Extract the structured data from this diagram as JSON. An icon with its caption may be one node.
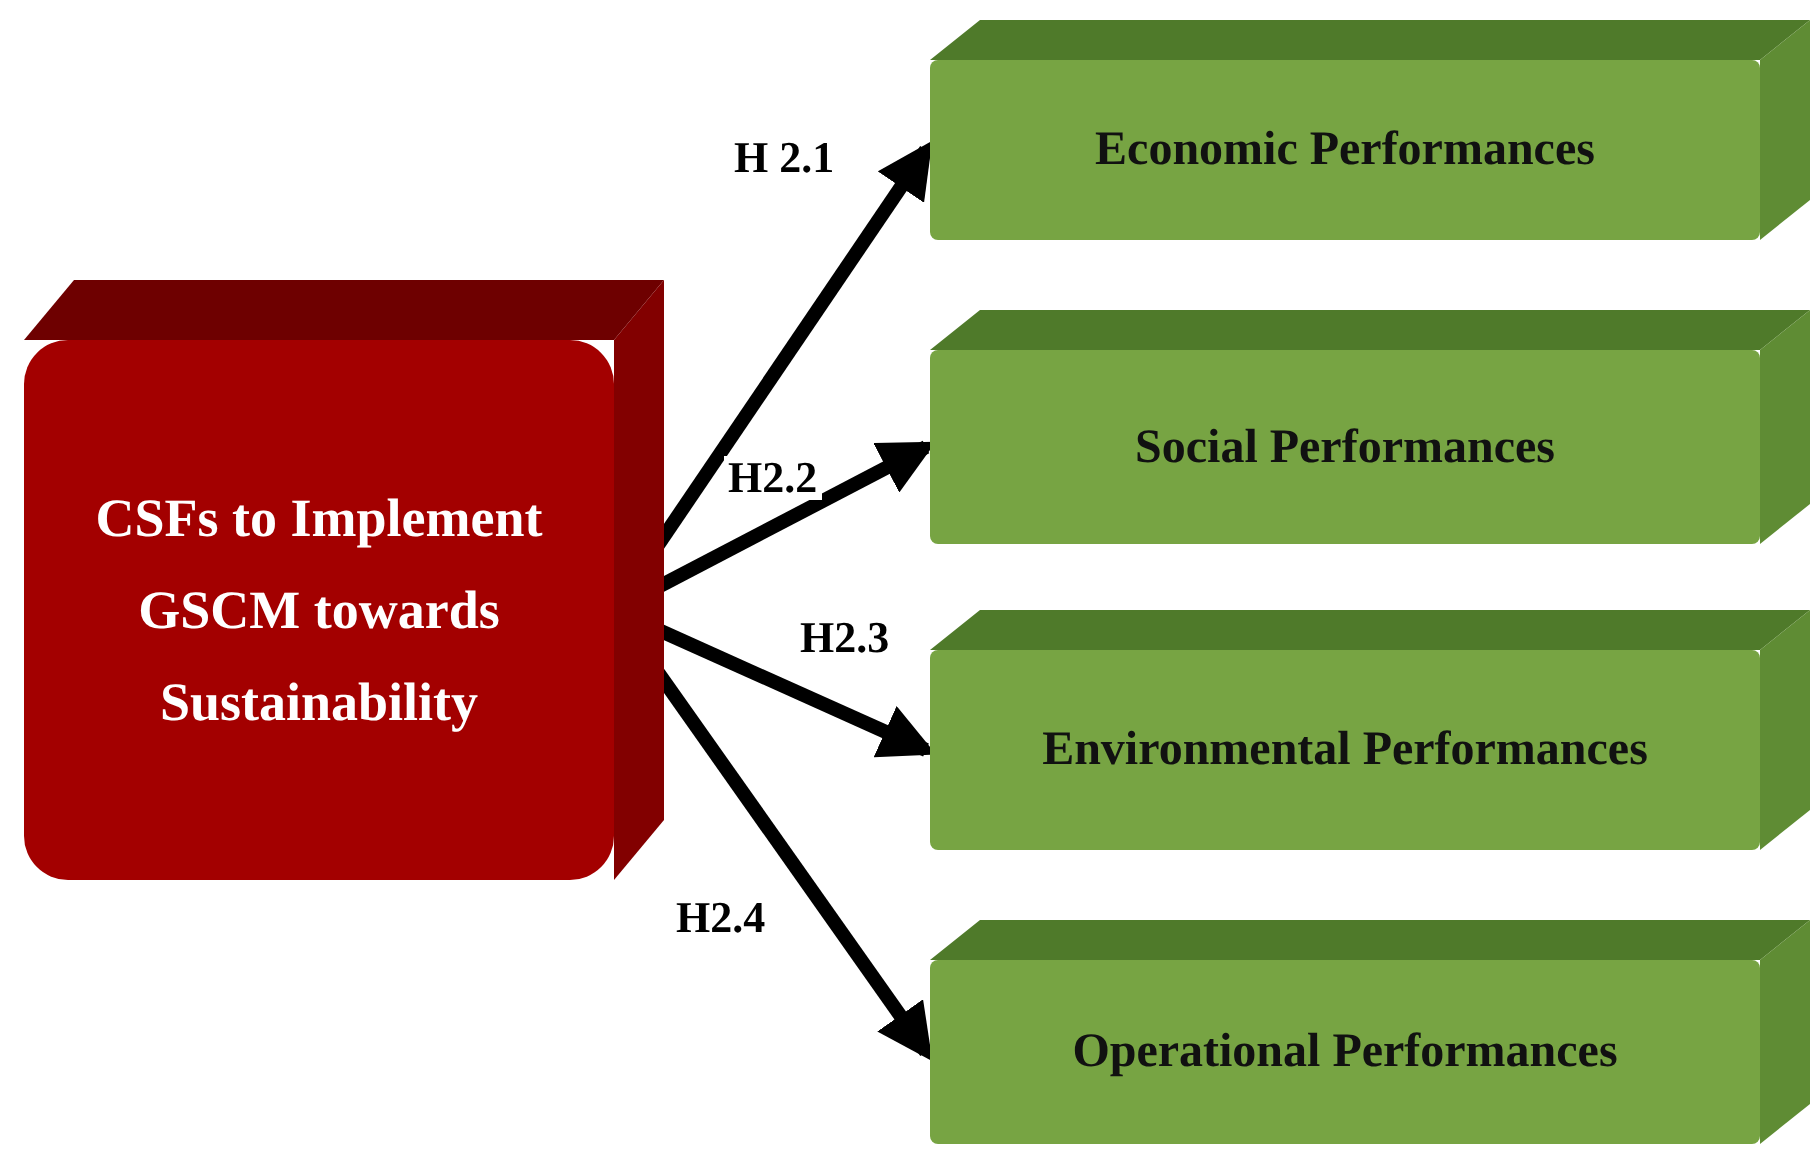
{
  "diagram": {
    "nodes": [
      {
        "text": [
          "CSFs to Implement GSCM towards Sustainability"
        ]
      },
      {
        "text": [
          "Economic Performances"
        ]
      },
      {
        "text": [
          "Social Performances"
        ]
      },
      {
        "text": [
          "Environmental Performances"
        ]
      },
      {
        "text": [
          "Operational Performances"
        ]
      }
    ],
    "edges": [
      {
        "from": 0,
        "to": 1,
        "arrow": "to",
        "label": "H 2.1"
      },
      {
        "from": 0,
        "to": 2,
        "arrow": "to",
        "label": "H2.2"
      },
      {
        "from": 0,
        "to": 3,
        "arrow": "to",
        "label": "H2.3"
      },
      {
        "from": 0,
        "to": 4,
        "arrow": "to",
        "label": "H2.4"
      }
    ]
  }
}
